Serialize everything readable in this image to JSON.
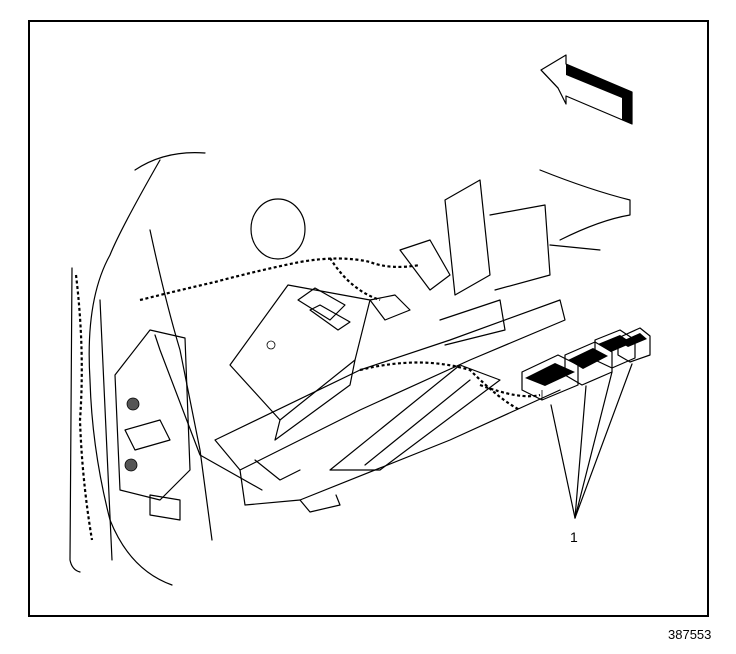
{
  "diagram": {
    "callouts": [
      {
        "id": "1",
        "label": "1"
      }
    ],
    "figure_number": "387553"
  }
}
